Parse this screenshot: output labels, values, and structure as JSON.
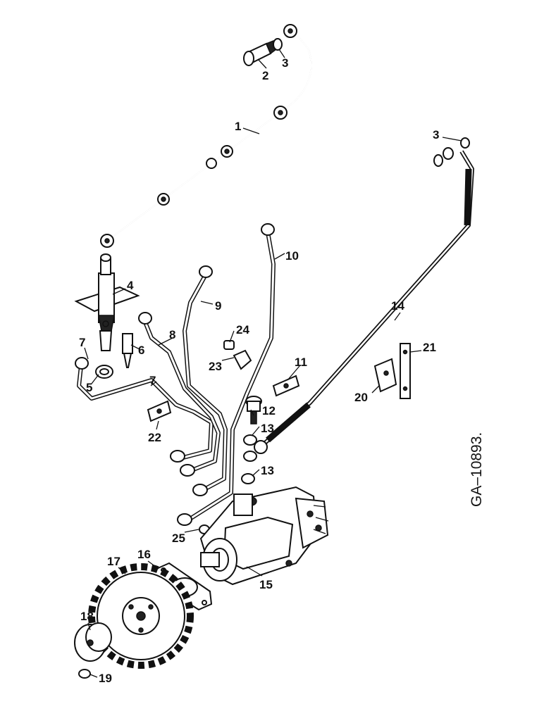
{
  "drawing_number": "GA–10893.",
  "callouts": [
    {
      "id": "c1",
      "text": "1"
    },
    {
      "id": "c2",
      "text": "2"
    },
    {
      "id": "c3a",
      "text": "3"
    },
    {
      "id": "c3b",
      "text": "3"
    },
    {
      "id": "c4",
      "text": "4"
    },
    {
      "id": "c5",
      "text": "5"
    },
    {
      "id": "c6",
      "text": "6"
    },
    {
      "id": "c7a",
      "text": "7"
    },
    {
      "id": "c7b",
      "text": "7"
    },
    {
      "id": "c8",
      "text": "8"
    },
    {
      "id": "c9",
      "text": "9"
    },
    {
      "id": "c10",
      "text": "10"
    },
    {
      "id": "c11",
      "text": "11"
    },
    {
      "id": "c12",
      "text": "12"
    },
    {
      "id": "c13a",
      "text": "13"
    },
    {
      "id": "c13b",
      "text": "13"
    },
    {
      "id": "c14",
      "text": "14"
    },
    {
      "id": "c15",
      "text": "15"
    },
    {
      "id": "c16",
      "text": "16"
    },
    {
      "id": "c17",
      "text": "17"
    },
    {
      "id": "c18",
      "text": "18"
    },
    {
      "id": "c19",
      "text": "19"
    },
    {
      "id": "c20",
      "text": "20"
    },
    {
      "id": "c21",
      "text": "21"
    },
    {
      "id": "c22",
      "text": "22"
    },
    {
      "id": "c23",
      "text": "23"
    },
    {
      "id": "c24",
      "text": "24"
    },
    {
      "id": "c25",
      "text": "25"
    }
  ]
}
